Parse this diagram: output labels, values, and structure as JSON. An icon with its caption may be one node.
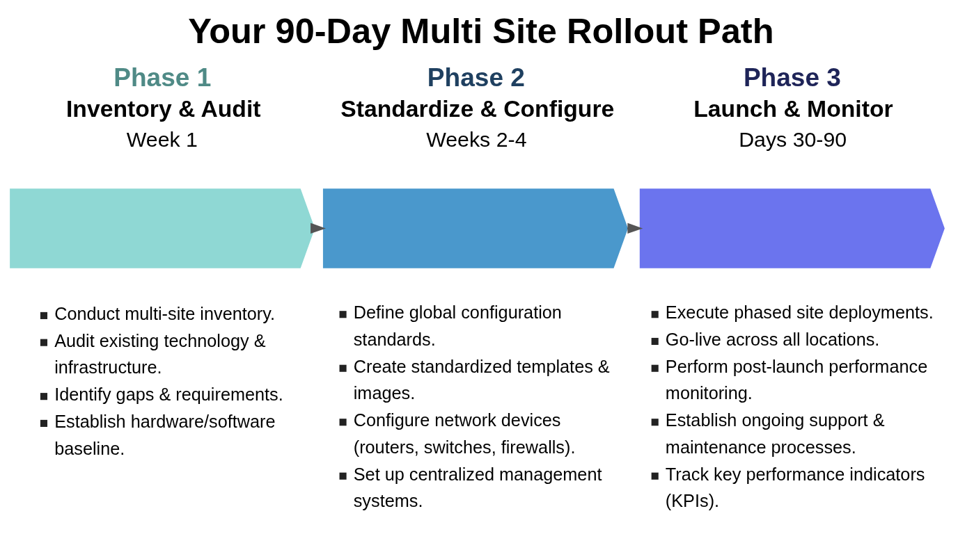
{
  "diagram": {
    "title": "Your 90-Day Multi Site Rollout Path",
    "nodes": [
      {
        "text": [
          "Phase 1",
          "Inventory & Audit",
          "Week 1"
        ],
        "beside": [
          "Conduct multi-site inventory.",
          "Audit existing technology & infrastructure.",
          "Identify gaps & requirements.",
          "Establish hardware/software baseline."
        ]
      },
      {
        "text": [
          "Phase 2",
          "Standardize & Configure",
          "Weeks 2-4"
        ],
        "beside": [
          "Define global configuration standards.",
          "Create standardized templates & images.",
          "Configure network devices (routers, switches, firewalls).",
          "Set up centralized management systems."
        ]
      },
      {
        "text": [
          "Phase 3",
          "Launch & Monitor",
          "Days 30-90"
        ],
        "beside": [
          "Execute phased site deployments.",
          "Go-live across all locations.",
          "Perform post-launch performance monitoring.",
          "Establish ongoing support & maintenance processes.",
          "Track key performance indicators (KPIs)."
        ]
      }
    ],
    "edges": [
      {
        "from": 0,
        "to": 1,
        "arrow": "to"
      },
      {
        "from": 1,
        "to": 2,
        "arrow": "to"
      }
    ]
  }
}
